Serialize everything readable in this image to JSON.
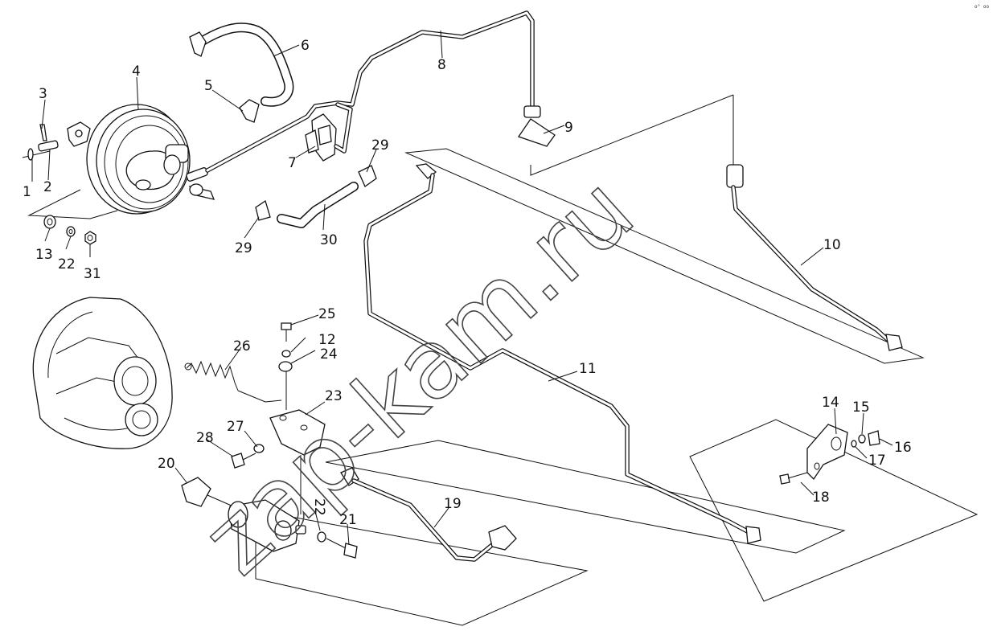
{
  "corner_mark": "o° oo",
  "watermark": "zap-kam.ru",
  "callouts": {
    "p1": "1",
    "p2": "2",
    "p3": "3",
    "p4": "4",
    "p5": "5",
    "p6": "6",
    "p7": "7",
    "p8": "8",
    "p9": "9",
    "p10": "10",
    "p11": "11",
    "p12": "12",
    "p13": "13",
    "p14": "14",
    "p15": "15",
    "p16": "16",
    "p17": "17",
    "p18": "18",
    "p19": "19",
    "p20": "20",
    "p21": "21",
    "p22a": "22",
    "p22b": "22",
    "p23": "23",
    "p24": "24",
    "p25": "25",
    "p26": "26",
    "p27": "27",
    "p28": "28",
    "p29a": "29",
    "p29b": "29",
    "p30": "30",
    "p31": "31"
  }
}
